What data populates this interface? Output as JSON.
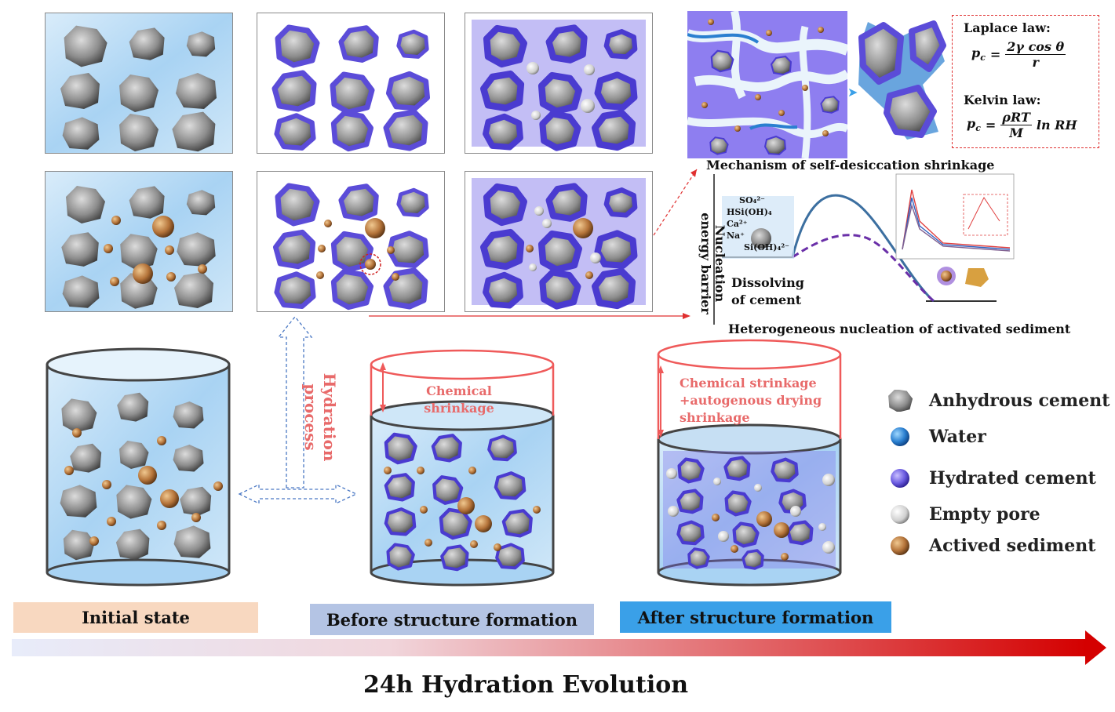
{
  "diagram": {
    "mechanism_title": "Mechanism of self-desiccation shrinkage",
    "formulas": {
      "laplace_title": "Laplace law:",
      "laplace_lhs": "p",
      "laplace_lhs_sub": "c",
      "laplace_num": "2γ cos θ",
      "laplace_den": "r",
      "kelvin_title": "Kelvin law:",
      "kelvin_lhs": "p",
      "kelvin_lhs_sub": "c",
      "kelvin_num": "ρRT",
      "kelvin_den": "M",
      "kelvin_tail": "ln RH"
    },
    "nucleation": {
      "y_axis_label": "Nucleation energy barrier",
      "ions": [
        "SO₄²⁻",
        "HSi(OH)₄",
        "Ca²⁺",
        "Na⁺",
        "Si(OH)₄²⁻"
      ],
      "dissolving_label": "Dissolving of cement",
      "caption": "Heterogeneous nucleation of activated sediment",
      "curve_colors": {
        "solid": "#3c6fa0",
        "dashed": "#6a2fa8"
      }
    },
    "process": {
      "hydration_label": "Hydration process",
      "chemical_shrinkage": "Chemical shrinkage",
      "chemical_autogenous_line1": "Chemical strinkage",
      "chemical_autogenous_line2": "+autogenous drying",
      "chemical_autogenous_line3": "shrinkage"
    },
    "legend": [
      {
        "icon": "anhydrous-cement-icon",
        "label": "Anhydrous cement",
        "color": "#8a8a8a"
      },
      {
        "icon": "water-icon",
        "label": "Water",
        "color": "#2a7fd0"
      },
      {
        "icon": "hydrated-cement-icon",
        "label": "Hydrated cement",
        "color": "#6a5ae0"
      },
      {
        "icon": "empty-pore-icon",
        "label": "Empty pore",
        "color": "#e8e8e8"
      },
      {
        "icon": "actived-sediment-icon",
        "label": "Actived sediment",
        "color": "#b8783c"
      }
    ],
    "stages": [
      {
        "label": "Initial state",
        "bg": "#f8d8c0"
      },
      {
        "label": "Before structure formation",
        "bg": "#b4c4e4"
      },
      {
        "label": "After structure formation",
        "bg": "#3aa0e8"
      }
    ],
    "timeline_label": "24h Hydration Evolution",
    "colors": {
      "arrow_start": "#e8ecfa",
      "arrow_end": "#d40000",
      "shrink_red": "#ef5a5a"
    }
  }
}
